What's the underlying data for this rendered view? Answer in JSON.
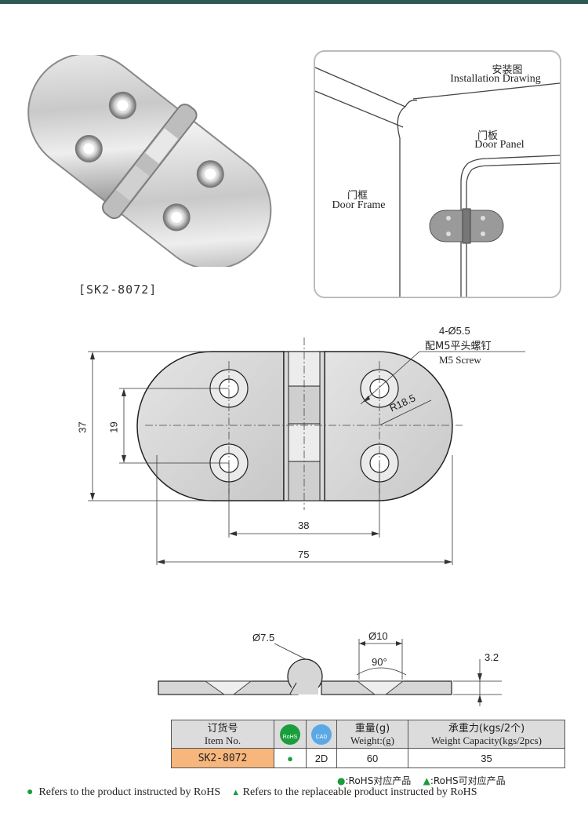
{
  "product": {
    "code_caption": "[SK2-8072]"
  },
  "installation": {
    "title_cn": "安装图",
    "title_en": "Installation Drawing",
    "door_panel_cn": "门板",
    "door_panel_en": "Door Panel",
    "door_frame_cn": "门框",
    "door_frame_en": "Door Frame"
  },
  "drawing": {
    "hole_spec": "4-Ø5.5",
    "screw_cn": "配M5平头螺钉",
    "screw_en": "M5 Screw",
    "radius": "R18.5",
    "height_total": "37",
    "hole_pitch_v": "19",
    "hole_pitch_h": "38",
    "width_total": "75",
    "pin_diameter": "Ø7.5",
    "countersink_diameter": "Ø10",
    "countersink_angle": "90°",
    "thickness": "3.2"
  },
  "table": {
    "headers": {
      "item_cn": "订货号",
      "item_en": "Item No.",
      "rohs_badge": "RoHS",
      "cad_badge": "CAD",
      "weight_cn": "重量(g)",
      "weight_en": "Weight:(g)",
      "capacity_cn": "承重力(kgs/2个)",
      "capacity_en": "Weight Capacity(kgs/2pcs)"
    },
    "row": {
      "item": "SK2-8072",
      "rohs": "●",
      "cad": "2D",
      "weight": "60",
      "capacity": "35"
    }
  },
  "legend": {
    "rohs_cn": ":RoHS对应产品",
    "replace_cn": ":RoHS可对应产品",
    "rohs_en": "Refers to the product instructed by RoHS",
    "replace_en": "Refers to the replaceable product instructed by RoHS"
  },
  "colors": {
    "accent": "#2f5a52",
    "rohs_green": "#1a9e3c",
    "cad_blue": "#5aa9e6",
    "item_bg": "#f6b67c"
  }
}
